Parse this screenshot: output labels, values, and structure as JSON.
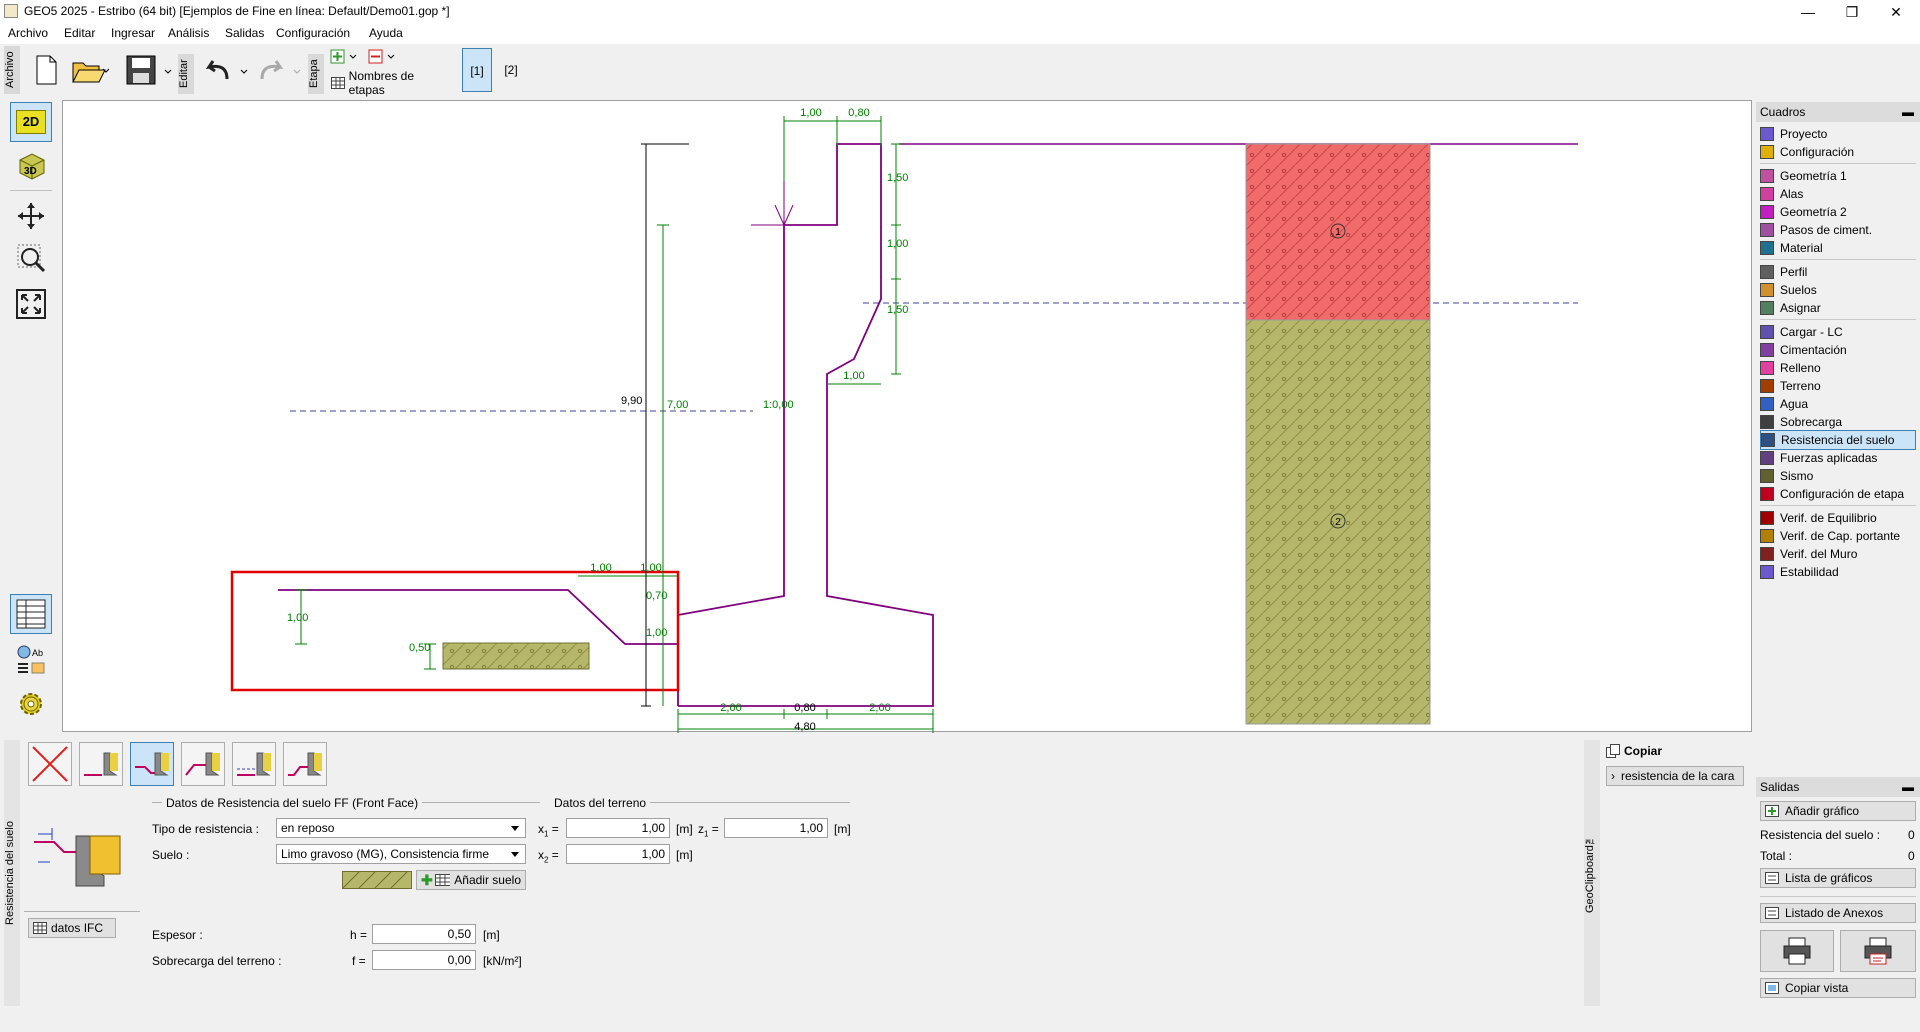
{
  "window": {
    "title": "GEO5 2025 - Estribo (64 bit) [Ejemplos de Fine en línea: Default/Demo01.gop *]",
    "minimize": "—",
    "restore": "❐",
    "close": "✕"
  },
  "menu": [
    "Archivo",
    "Editar",
    "Ingresar",
    "Análisis",
    "Salidas",
    "Configuración",
    "Ayuda"
  ],
  "toolbar": {
    "tab_archivo": "Archivo",
    "tab_editar": "Editar",
    "tab_etapa": "Etapa",
    "stage_names": "Nombres de etapas",
    "stages": [
      "[1]",
      "[2]"
    ]
  },
  "left_tools": {
    "btn_2d": "2D",
    "btn_3d": "3D"
  },
  "drawing": {
    "dims": {
      "top_w1": "1,00",
      "top_w2": "0,80",
      "h1": "1,50",
      "h2": "1,00",
      "h3": "1,50",
      "ledge_w": "1,00",
      "total_h": "9,90",
      "stem_h": "7,00",
      "batter": "1:0,00",
      "ff_w1": "1,00",
      "ff_w2": "1,00",
      "ff_h_left": "1,00",
      "ff_h_a": "0,70",
      "ff_h_b": "1,00",
      "thick": "0,50",
      "base_1": "2,00",
      "base_2": "0,80",
      "base_3": "2,00",
      "base_total": "4,80"
    },
    "soil_labels": [
      "1",
      "2"
    ],
    "colors": {
      "wall": "#800080",
      "dim": "#008000",
      "soil1": "#f26b6b",
      "soil2": "#b6b76a",
      "highlight": "#e00000",
      "water": "#4040a0"
    }
  },
  "right_panel": {
    "frames_title": "Cuadros",
    "groups": [
      [
        "Proyecto",
        "Configuración"
      ],
      [
        "Geometría 1",
        "Alas",
        "Geometría 2",
        "Pasos de ciment.",
        "Material"
      ],
      [
        "Perfil",
        "Suelos",
        "Asignar"
      ],
      [
        "Cargar - LC",
        "Cimentación",
        "Relleno",
        "Terreno",
        "Agua",
        "Sobrecarga",
        "Resistencia del suelo",
        "Fuerzas aplicadas",
        "Sismo",
        "Configuración de etapa"
      ],
      [
        "Verif. de Equilibrio",
        "Verif. de Cap. portante",
        "Verif. del Muro",
        "Estabilidad"
      ]
    ],
    "selected": "Resistencia del suelo",
    "outputs_title": "Salidas",
    "add_graphic": "Añadir gráfico",
    "count_resist_label": "Resistencia del suelo :",
    "count_resist": "0",
    "count_total_label": "Total :",
    "count_total": "0",
    "graphics_list": "Lista de gráficos",
    "annex_list": "Listado de Anexos",
    "copy_view": "Copiar vista"
  },
  "bottom": {
    "side_tab": "Resistencia del suelo",
    "ifc_button": "datos IFC",
    "group_resist": "Datos de Resistencia del suelo FF (Front Face)",
    "group_terrain": "Datos del terreno",
    "resist_type_label": "Tipo de resistencia :",
    "resist_type": "en reposo",
    "soil_label": "Suelo :",
    "soil_value": "Limo gravoso (MG), Consistencia firme",
    "add_soil": "Añadir suelo",
    "x1_label": "x",
    "x1_sub": "1",
    "x1_value": "1,00",
    "x1_unit": "[m]",
    "z1_label": "z",
    "z1_sub": "1",
    "z1_value": "1,00",
    "z1_unit": "[m]",
    "x2_label": "x",
    "x2_sub": "2",
    "x2_value": "1,00",
    "x2_unit": "[m]",
    "eq": "=",
    "thickness_label": "Espesor :",
    "h_label": "h =",
    "h_value": "0,50",
    "h_unit": "[m]",
    "surcharge_label": "Sobrecarga del terreno :",
    "f_label": "f =",
    "f_value": "0,00",
    "f_unit": "[kN/m²]"
  },
  "clipboard": {
    "side_tab": "GeoClipboard™",
    "copy": "Copiar",
    "item": "resistencia de la cara"
  }
}
